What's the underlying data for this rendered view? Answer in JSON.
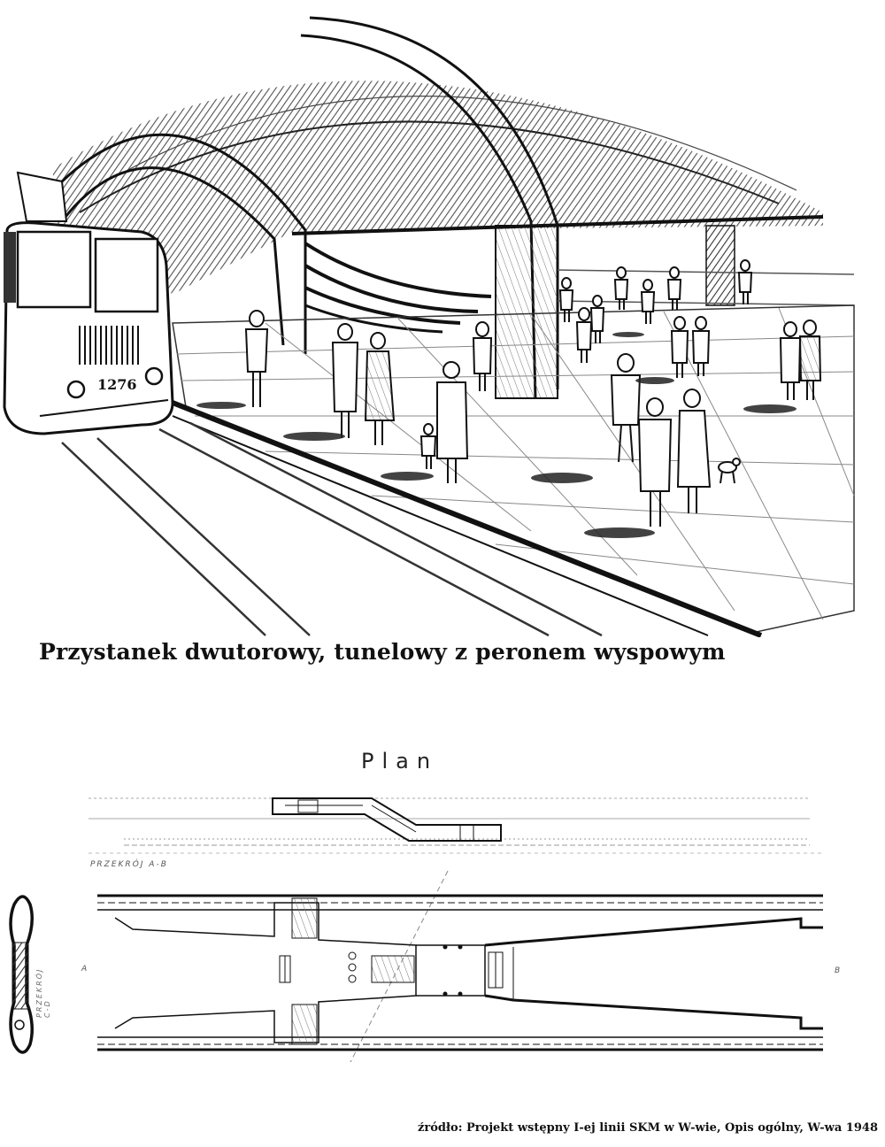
{
  "caption": "Przystanek dwutorowy, tunelowy z peronem wyspowym",
  "plan": {
    "title": "Plan",
    "section_label": "PRZEKRÓJ A-B",
    "cross_section_label": "PRZEKRÓJ C-D",
    "point_a": "A",
    "point_b": "B"
  },
  "tram": {
    "number": "1276"
  },
  "source": "źródło: Projekt wstępny I-ej linii SKM w W-wie, Opis ogólny, W-wa 1948"
}
